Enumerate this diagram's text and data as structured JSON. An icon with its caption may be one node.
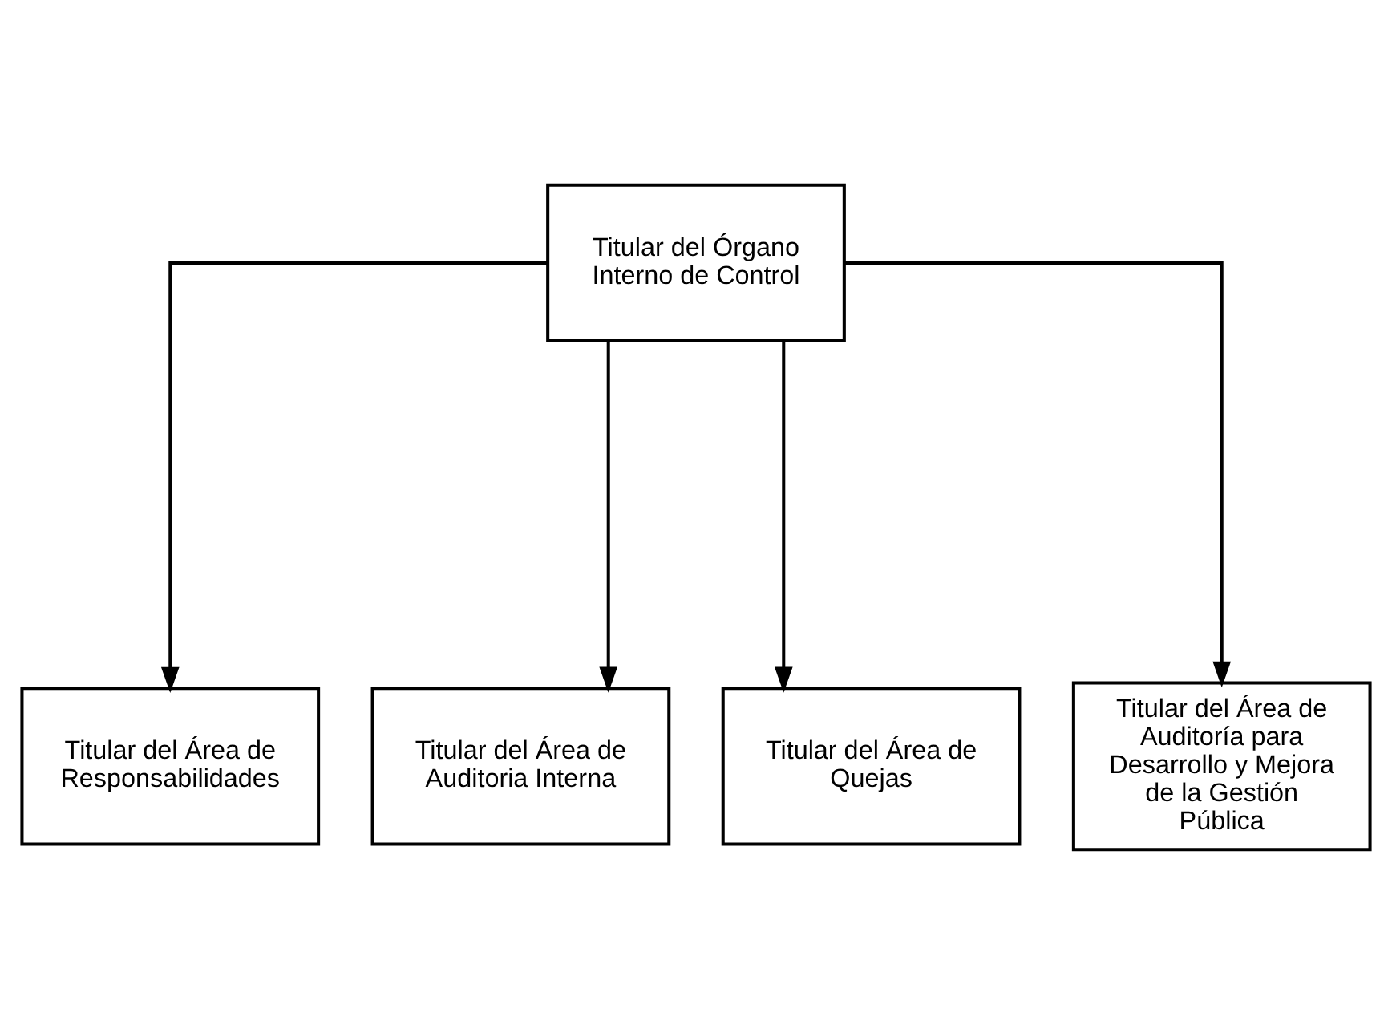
{
  "diagram": {
    "nodes": [
      {
        "text": [
          "Titular del Órgano Interno de Control"
        ]
      },
      {
        "text": [
          "Titular del Área de Responsabilidades"
        ]
      },
      {
        "text": [
          "Titular del Área de Auditoria Interna"
        ]
      },
      {
        "text": [
          "Titular del Área de Quejas"
        ]
      },
      {
        "text": [
          "Titular del Área de Auditoría para Desarrollo y Mejora de la Gestión Pública"
        ]
      }
    ],
    "edges": [
      {
        "from": 0,
        "to": 1,
        "arrow": "to"
      },
      {
        "from": 0,
        "to": 2,
        "arrow": "to"
      },
      {
        "from": 0,
        "to": 3,
        "arrow": "to"
      },
      {
        "from": 0,
        "to": 4,
        "arrow": "to"
      }
    ]
  }
}
